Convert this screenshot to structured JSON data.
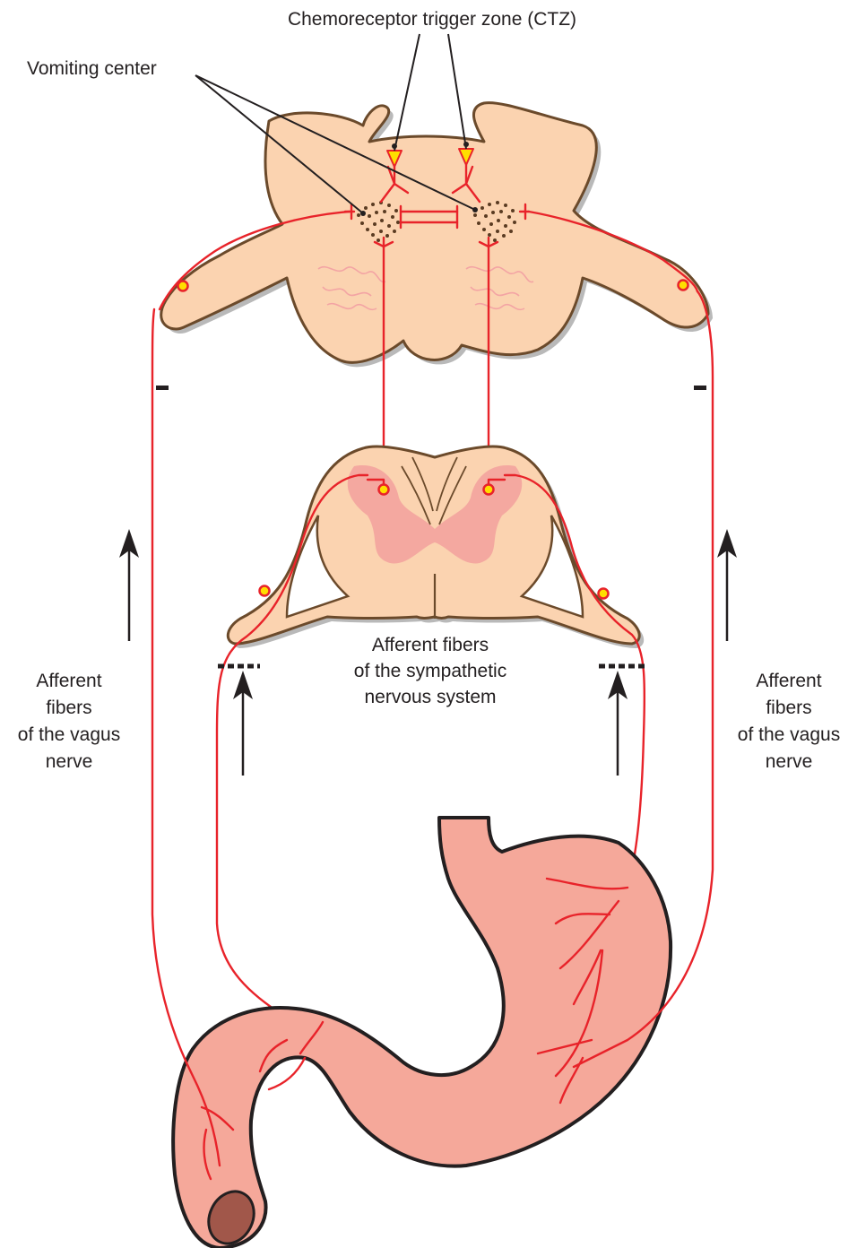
{
  "labels": {
    "ctz": "Chemoreceptor trigger zone (CTZ)",
    "vomiting_center": "Vomiting center",
    "sympathetic": [
      "Afferent",
      "fibers",
      "of the sympathetic",
      "nervous system"
    ],
    "vagus_left": [
      "Afferent",
      "fibers",
      "of the vagus",
      "nerve"
    ],
    "vagus_right": [
      "Afferent",
      "fibers",
      "of the vagus",
      "nerve"
    ]
  },
  "colors": {
    "nerve": "#e8232a",
    "tissue": "#fbd3b0",
    "stomach": "#f5a89a",
    "ganglion": "#ffde00"
  }
}
